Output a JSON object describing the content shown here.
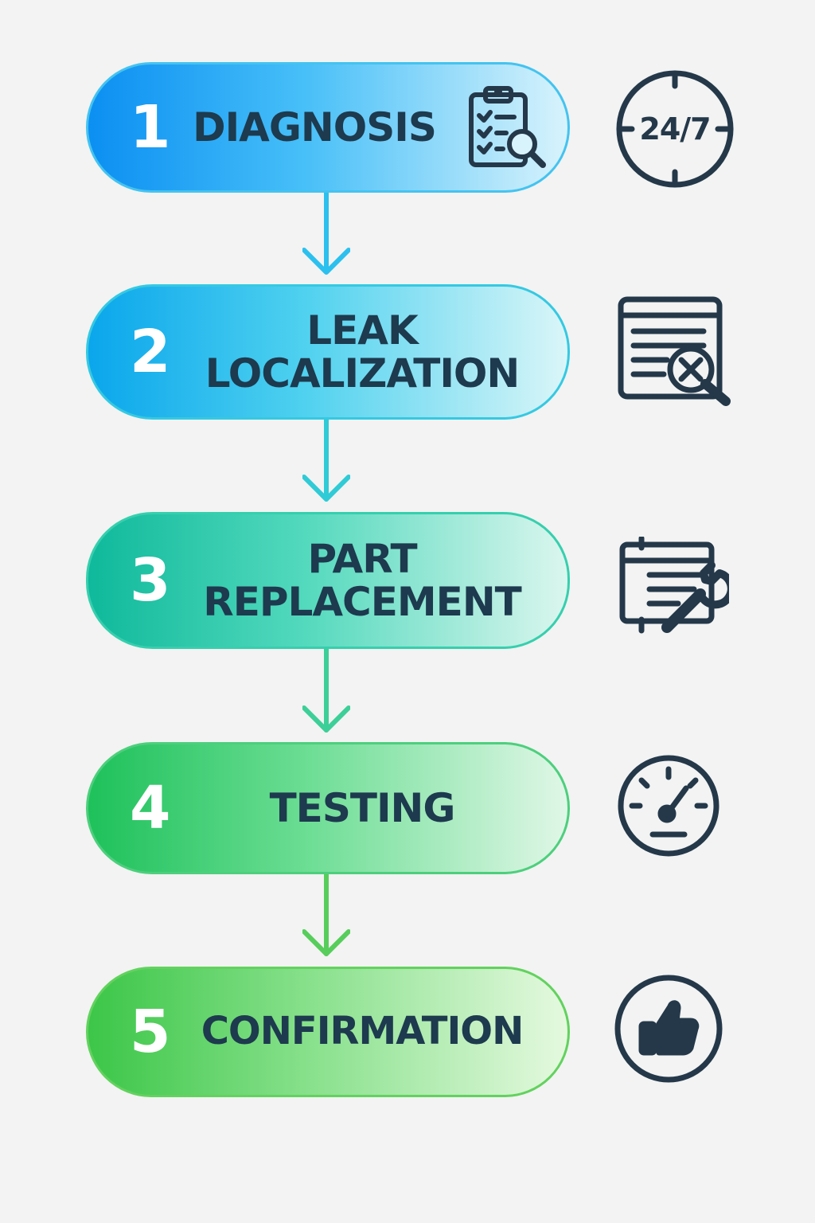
{
  "steps": [
    {
      "number": "1",
      "label": "DIAGNOSIS",
      "icon": "clipboard-search-icon",
      "side_icon": "clock-24-7-icon",
      "side_text": "24/7"
    },
    {
      "number": "2",
      "label_line1": "LEAK",
      "label_line2": "LOCALIZATION",
      "side_icon": "document-search-icon"
    },
    {
      "number": "3",
      "label_line1": "PART",
      "label_line2": "REPLACEMENT",
      "side_icon": "document-wrench-icon"
    },
    {
      "number": "4",
      "label": "TESTING",
      "side_icon": "gauge-icon"
    },
    {
      "number": "5",
      "label": "CONFIRMATION",
      "side_icon": "thumbs-up-icon"
    }
  ],
  "colors": {
    "icon_stroke": "#24384a",
    "text_dark": "#1d3a4e",
    "arrow_1": "#2bc0ee",
    "arrow_2": "#2fcbd6",
    "arrow_3": "#3ccf98",
    "arrow_4": "#57cd5b"
  }
}
